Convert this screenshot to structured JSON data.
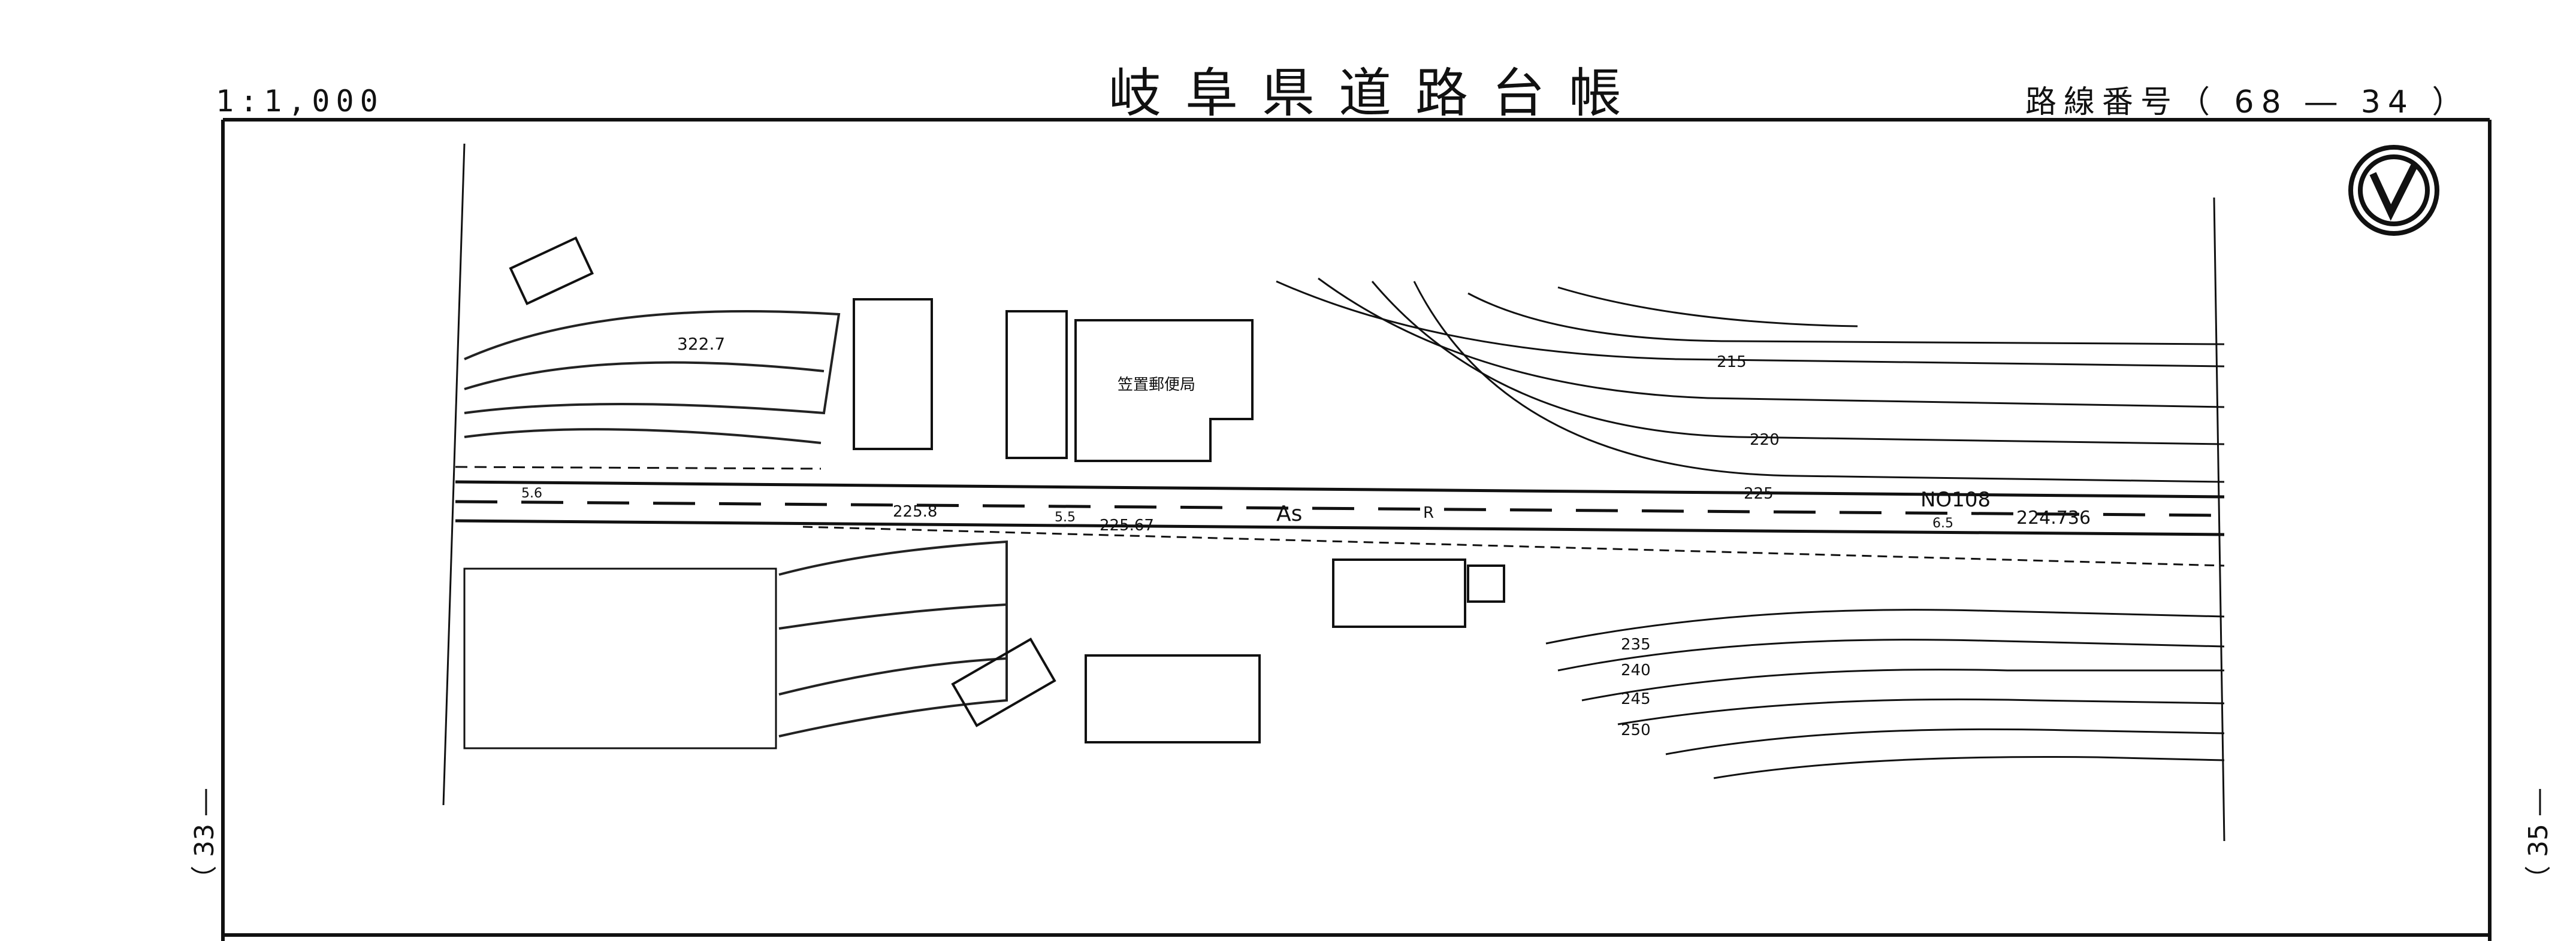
{
  "header": {
    "scale": "1:1,000",
    "title": "岐阜県道路台帳",
    "route_number": "路線番号（ 68 ― 34 ）"
  },
  "adjacent_sheets": {
    "left": "（ 33 ―",
    "right": "（ 35 ―"
  },
  "map": {
    "labels": {
      "post_office": "笠置郵便局",
      "benchmark": "NO108",
      "surface": "As",
      "road_sign": "R"
    },
    "elevations": {
      "spot_322": "322.7",
      "spot_225_8": "225.8",
      "spot_225_67": "225.67",
      "bm_height": "224.736"
    },
    "contours": [
      "215",
      "220",
      "225",
      "235",
      "240",
      "245",
      "250"
    ],
    "widths": {
      "w_5_6": "5.6",
      "w_5_5": "5.5",
      "w_6_5": "6.5"
    },
    "north_arrow_icon": "north-arrow-icon"
  }
}
